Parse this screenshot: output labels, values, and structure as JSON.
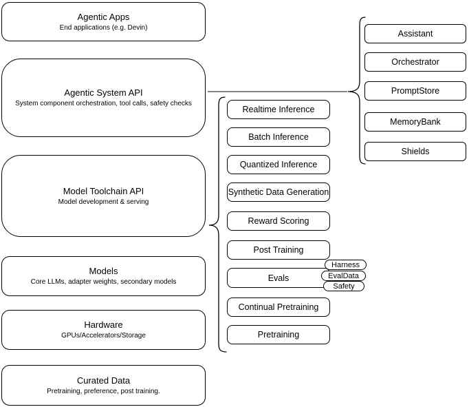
{
  "diagram": {
    "layers": [
      {
        "title": "Agentic Apps",
        "subtitle": "End applications (e.g. Devin)"
      },
      {
        "title": "Agentic System API",
        "subtitle": "System component orchestration, tool calls, safety checks"
      },
      {
        "title": "Model Toolchain API",
        "subtitle": "Model development & serving"
      },
      {
        "title": "Models",
        "subtitle": "Core LLMs, adapter weights, secondary models"
      },
      {
        "title": "Hardware",
        "subtitle": "GPUs/Accelerators/Storage"
      },
      {
        "title": "Curated Data",
        "subtitle": "Pretraining, preference, post training."
      }
    ],
    "toolchain_components": [
      {
        "label": "Realtime Inference"
      },
      {
        "label": "Batch Inference"
      },
      {
        "label": "Quantized Inference"
      },
      {
        "label": "Synthetic Data Generation"
      },
      {
        "label": "Reward Scoring"
      },
      {
        "label": "Post Training"
      },
      {
        "label": "Evals"
      },
      {
        "label": "Continual Pretraining"
      },
      {
        "label": "Pretraining"
      }
    ],
    "eval_tags": [
      {
        "label": "Harness"
      },
      {
        "label": "EvalData"
      },
      {
        "label": "Safety"
      }
    ],
    "system_components": [
      {
        "label": "Assistant"
      },
      {
        "label": "Orchestrator"
      },
      {
        "label": "PromptStore"
      },
      {
        "label": "MemoryBank"
      },
      {
        "label": "Shields"
      }
    ],
    "colors": {
      "stroke": "#000000",
      "fill": "#ffffff",
      "text": "#000000"
    }
  }
}
